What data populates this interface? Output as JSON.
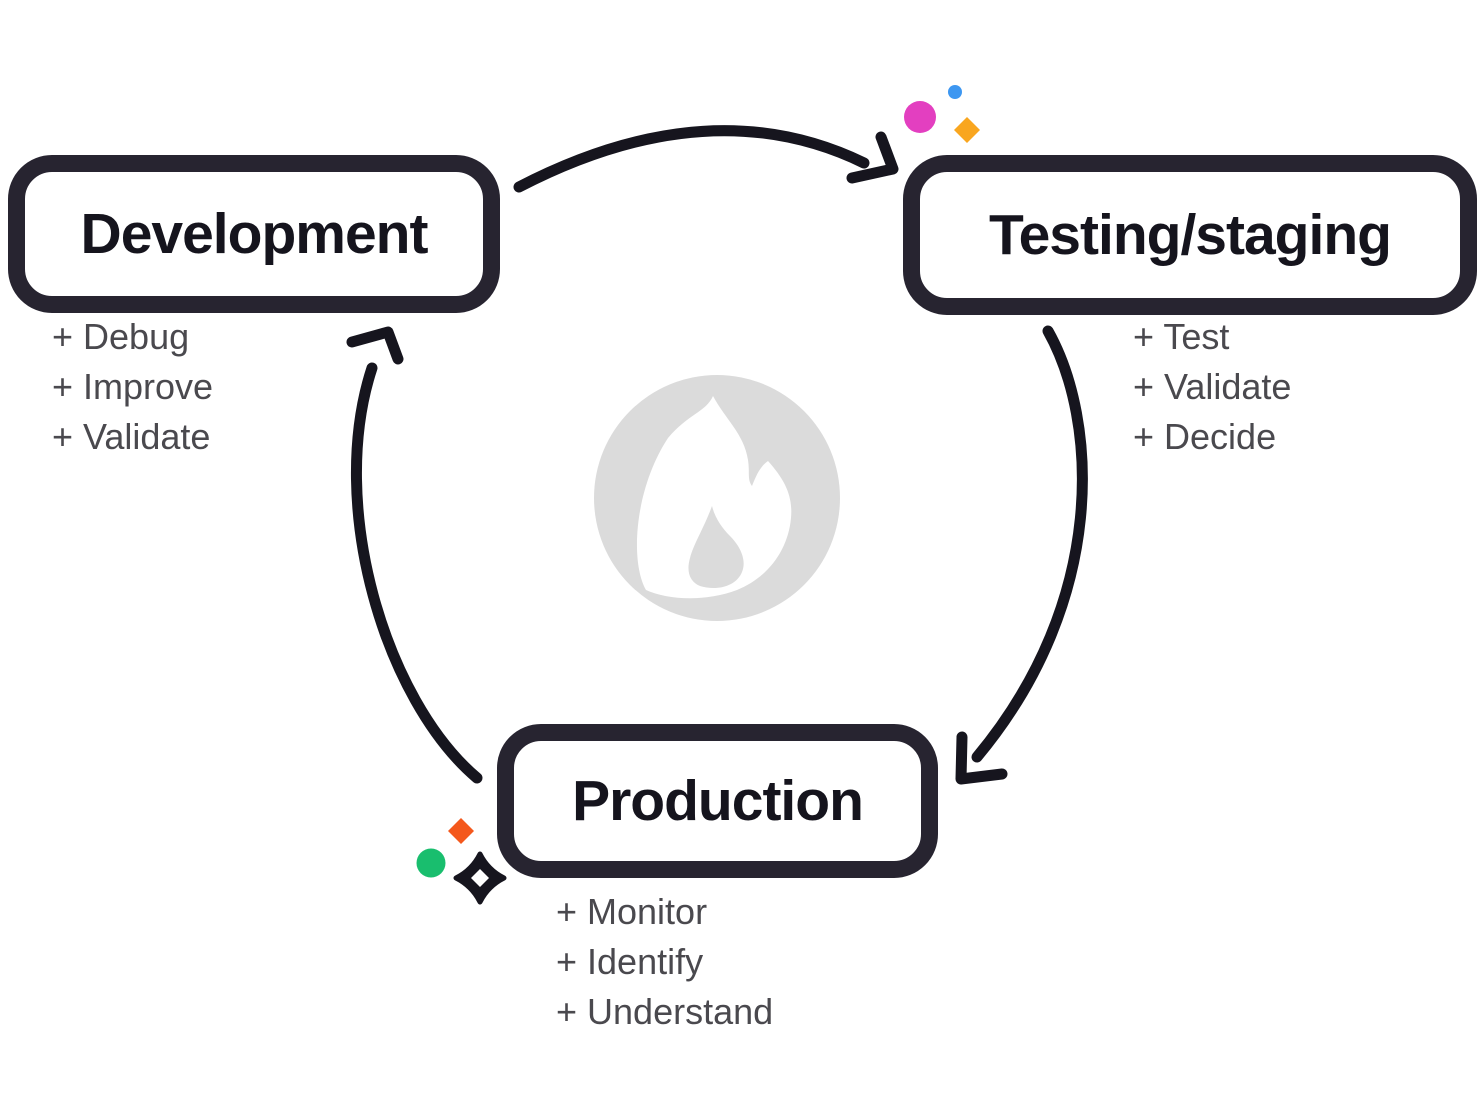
{
  "diagram": {
    "name": "Continuous development cycle diagram",
    "background": "#ffffff"
  },
  "nodes": [
    {
      "id": "development",
      "title": "Development",
      "bullets": [
        "+ Debug",
        "+ Improve",
        "+ Validate"
      ]
    },
    {
      "id": "testing-staging",
      "title": "Testing/staging",
      "bullets": [
        "+ Test",
        "+ Validate",
        "+ Decide"
      ]
    },
    {
      "id": "production",
      "title": "Production",
      "bullets": [
        "+ Monitor",
        "+ Identify",
        "+ Understand"
      ]
    }
  ],
  "arrows": [
    {
      "from": "Development",
      "to": "Testing/staging"
    },
    {
      "from": "Testing/staging",
      "to": "Production"
    },
    {
      "from": "Production",
      "to": "Development"
    }
  ],
  "center_icon": "flame-icon",
  "colors": {
    "ink": "#16151e",
    "box_border": "#272430",
    "box_fill": "#ffffff",
    "title_text": "#15141d",
    "bullet_text": "#4a494e",
    "icon_gray": "#dbdbdb",
    "icon_cutout": "#ffffff",
    "pink_dot": "#e33fc0",
    "blue_dot": "#3d97f1",
    "amber_diamond": "#f9a61f",
    "orange_diamond": "#f4581c",
    "green_dot": "#19be6e",
    "sparkle": "#16151e"
  }
}
